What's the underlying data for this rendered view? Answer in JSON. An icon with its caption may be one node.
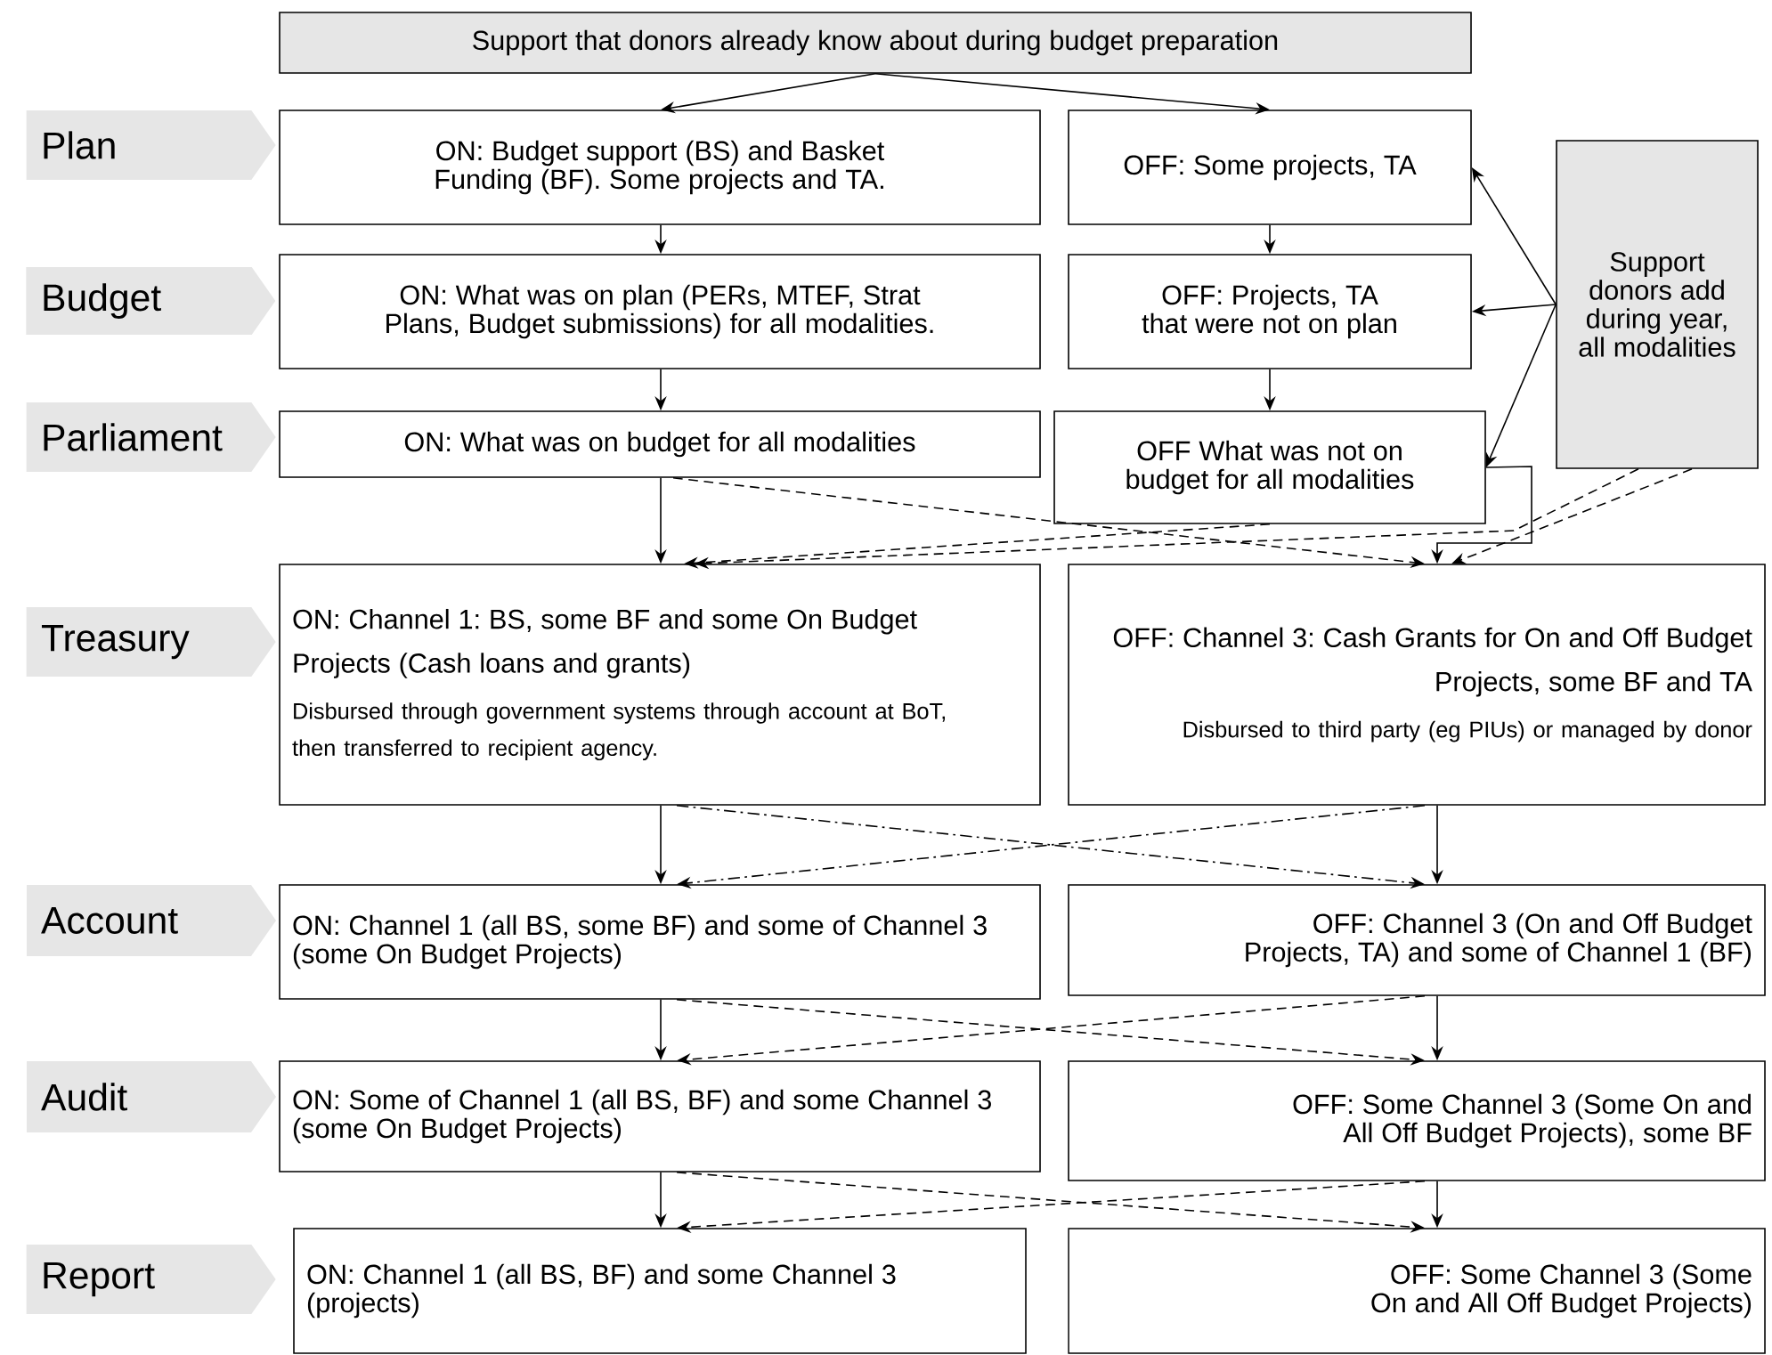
{
  "diagram": {
    "nodes": [
      {
        "text": [
          "Support that donors already know about during budget preparation"
        ]
      },
      {
        "text": [
          "Plan"
        ]
      },
      {
        "text": [
          "ON: Budget support (BS) and Basket Funding (BF). Some projects and TA."
        ]
      },
      {
        "text": [
          "OFF: Some projects, TA"
        ]
      },
      {
        "text": [
          "Support donors add during year, all modalities"
        ]
      },
      {
        "text": [
          "Budget"
        ]
      },
      {
        "text": [
          "ON: What was on plan (PERs, MTEF, Strat Plans, Budget submissions) for all modalities."
        ]
      },
      {
        "text": [
          "OFF: Projects, TA that were not on plan"
        ]
      },
      {
        "text": [
          "Parliament"
        ]
      },
      {
        "text": [
          "ON: What was on budget for all modalities"
        ]
      },
      {
        "text": [
          "OFF What was not on budget for all modalities"
        ]
      },
      {
        "text": [
          "Treasury"
        ]
      },
      {
        "text": [
          "ON: Channel 1: BS, some BF and some On Budget Projects  (Cash loans and grants)",
          "Disbursed through government systems through account at BoT, then transferred to recipient agency."
        ]
      },
      {
        "text": [
          "OFF: Channel 3: Cash Grants for On and Off Budget Projects, some BF and TA",
          "Disbursed to third party (eg PIUs) or managed by donor"
        ]
      },
      {
        "text": [
          "Account"
        ]
      },
      {
        "text": [
          "ON: Channel 1 (all BS, some BF) and some of Channel 3 (some On Budget Projects)"
        ]
      },
      {
        "text": [
          "OFF: Channel 3 (On and Off Budget Projects, TA) and some of Channel 1 (BF)"
        ]
      },
      {
        "text": [
          "Audit"
        ]
      },
      {
        "text": [
          "ON: Some of Channel 1 (all BS, BF) and some Channel 3 (some On Budget Projects)"
        ]
      },
      {
        "text": [
          "OFF: Some Channel 3 (Some On and All Off Budget Projects), some BF"
        ]
      },
      {
        "text": [
          "Report"
        ]
      },
      {
        "text": [
          "ON: Channel 1 (all BS, BF) and some Channel 3 (projects)"
        ]
      },
      {
        "text": [
          "OFF: Some Channel 3 (Some On and All Off Budget Projects)"
        ]
      }
    ],
    "edges": [
      {
        "from": 0,
        "to": 2,
        "arrow": "to"
      },
      {
        "from": 0,
        "to": 3,
        "arrow": "to"
      },
      {
        "from": 2,
        "to": 6,
        "arrow": "to"
      },
      {
        "from": 3,
        "to": 7,
        "arrow": "to"
      },
      {
        "from": 6,
        "to": 9,
        "arrow": "to"
      },
      {
        "from": 7,
        "to": 10,
        "arrow": "to"
      },
      {
        "from": 4,
        "to": 3,
        "arrow": "to"
      },
      {
        "from": 4,
        "to": 7,
        "arrow": "to"
      },
      {
        "from": 4,
        "to": 10,
        "arrow": "to"
      },
      {
        "from": 9,
        "to": 12,
        "arrow": "to"
      },
      {
        "from": 9,
        "to": 13,
        "arrow": "to",
        "style": "dashed"
      },
      {
        "from": 10,
        "to": 12,
        "arrow": "to",
        "style": "dashed"
      },
      {
        "from": 10,
        "to": 13,
        "arrow": "to"
      },
      {
        "from": 4,
        "to": 12,
        "arrow": "to",
        "style": "dashed"
      },
      {
        "from": 4,
        "to": 13,
        "arrow": "to",
        "style": "dashed"
      },
      {
        "from": 12,
        "to": 15,
        "arrow": "to"
      },
      {
        "from": 12,
        "to": 16,
        "arrow": "to",
        "style": "dashed"
      },
      {
        "from": 13,
        "to": 15,
        "arrow": "to",
        "style": "dashed"
      },
      {
        "from": 13,
        "to": 16,
        "arrow": "to"
      },
      {
        "from": 15,
        "to": 18,
        "arrow": "to"
      },
      {
        "from": 15,
        "to": 19,
        "arrow": "to",
        "style": "dashed"
      },
      {
        "from": 16,
        "to": 18,
        "arrow": "to",
        "style": "dashed"
      },
      {
        "from": 16,
        "to": 19,
        "arrow": "to"
      },
      {
        "from": 18,
        "to": 21,
        "arrow": "to"
      },
      {
        "from": 18,
        "to": 22,
        "arrow": "to",
        "style": "dashed"
      },
      {
        "from": 19,
        "to": 21,
        "arrow": "to",
        "style": "dashed"
      },
      {
        "from": 19,
        "to": 22,
        "arrow": "to"
      }
    ]
  }
}
